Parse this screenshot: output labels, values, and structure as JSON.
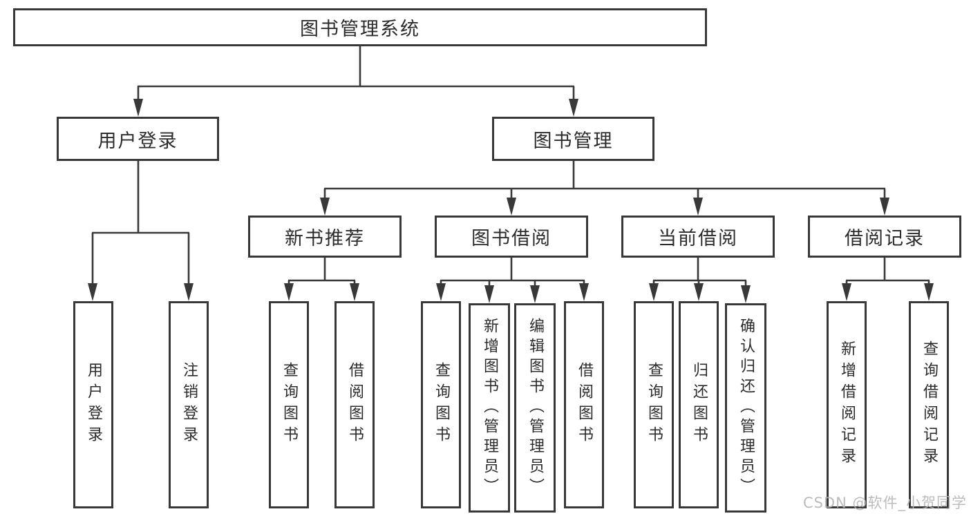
{
  "colors": {
    "line": "#383838",
    "text": "#2b2b2b",
    "background": "#ffffff",
    "watermark": "#b5b5b5"
  },
  "watermark": "CSDN @软件_小贺同学",
  "tree": {
    "root": "图书管理系统",
    "branches": [
      {
        "label": "用户登录",
        "leaves": [
          "用户登录",
          "注销登录"
        ]
      },
      {
        "label": "图书管理",
        "groups": [
          {
            "label": "新书推荐",
            "leaves": [
              "查询图书",
              "借阅图书"
            ]
          },
          {
            "label": "图书借阅",
            "leaves": [
              "查询图书",
              "新增图书（管理员）",
              "编辑图书（管理员）",
              "借阅图书"
            ]
          },
          {
            "label": "当前借阅",
            "leaves": [
              "查询图书",
              "归还图书",
              "确认归还（管理员）"
            ]
          },
          {
            "label": "借阅记录",
            "leaves": [
              "新增借阅记录",
              "查询借阅记录"
            ]
          }
        ]
      }
    ]
  }
}
